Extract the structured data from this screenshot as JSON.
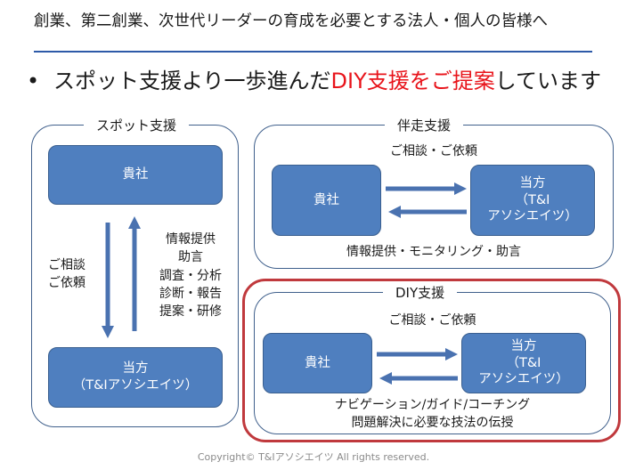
{
  "header": {
    "subtitle": "創業、第二創業、次世代リーダーの育成を必要とする法人・個人の皆様へ",
    "bullet": "•",
    "headline_pre": "スポット支援より一歩進んだ",
    "headline_highlight": "DIY支援をご提案",
    "headline_post": "しています"
  },
  "spot": {
    "title": "スポット支援",
    "client_label": "貴社",
    "provider_line1": "当方",
    "provider_line2": "（T&Iアソシエイツ）",
    "request_lines": [
      "ご相談",
      "ご依頼"
    ],
    "service_lines": [
      "情報提供",
      "助言",
      "調査・分析",
      "診断・報告",
      "提案・研修"
    ]
  },
  "accompany": {
    "title": "伴走支援",
    "request": "ご相談・ご依頼",
    "client_label": "貴社",
    "provider_lines": [
      "当方",
      "（T&I",
      "アソシエイツ）"
    ],
    "service": "情報提供・モニタリング・助言"
  },
  "diy": {
    "title": "DIY支援",
    "request": "ご相談・ご依頼",
    "client_label": "貴社",
    "provider_lines": [
      "当方",
      "（T&I",
      "アソシエイツ）"
    ],
    "service_line1": "ナビゲーション/ガイド/コーチング",
    "service_line2": "問題解決に必要な技法の伝授"
  },
  "footer": "Copyright© T&Iアソシエイツ All rights reserved.",
  "colors": {
    "box_fill": "#4f7fbf",
    "arrow": "#4a72b0",
    "highlight": "#e8141b",
    "frame": "#c0393d",
    "rule": "#2e5aa8"
  }
}
